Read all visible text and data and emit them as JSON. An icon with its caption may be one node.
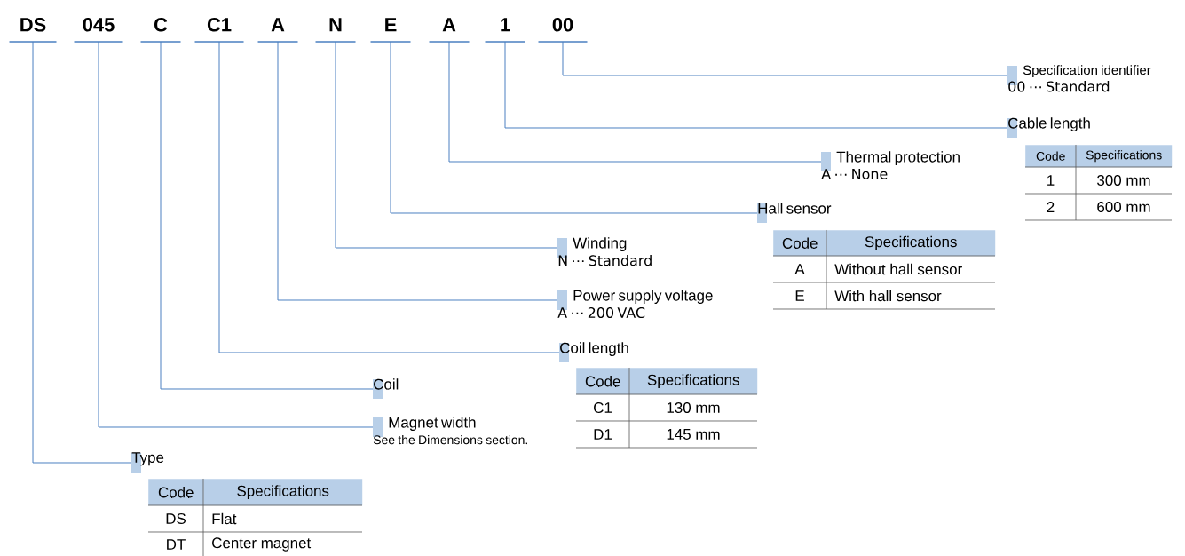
{
  "diagram": {
    "nodes": [
      {
        "text": [
          "DS"
        ]
      },
      {
        "text": [
          "045"
        ]
      },
      {
        "text": [
          "C"
        ]
      },
      {
        "text": [
          "C1"
        ]
      },
      {
        "text": [
          "A"
        ]
      },
      {
        "text": [
          "N"
        ]
      },
      {
        "text": [
          "E"
        ]
      },
      {
        "text": [
          "A"
        ]
      },
      {
        "text": [
          "1"
        ]
      },
      {
        "text": [
          "00"
        ]
      },
      {
        "text": [
          "Specification identifier",
          "00 ⋯ Standard"
        ]
      },
      {
        "text": [
          "Cable length"
        ]
      },
      {
        "text": [
          "Thermal protection",
          "A ⋯ None"
        ]
      },
      {
        "text": [
          "Hall sensor"
        ]
      },
      {
        "text": [
          "Winding",
          "N ⋯ Standard"
        ]
      },
      {
        "text": [
          "Power supply voltage",
          "A ⋯ 200 VAC"
        ]
      },
      {
        "text": [
          "Coil length"
        ]
      },
      {
        "text": [
          "Coil"
        ]
      },
      {
        "text": [
          "Magnet width",
          "See the Dimensions section."
        ]
      },
      {
        "text": [
          "Type"
        ]
      }
    ],
    "edges": [
      {
        "from": 9,
        "to": 10,
        "arrow": "none"
      },
      {
        "from": 8,
        "to": 11,
        "arrow": "none"
      },
      {
        "from": 7,
        "to": 12,
        "arrow": "none"
      },
      {
        "from": 6,
        "to": 13,
        "arrow": "none"
      },
      {
        "from": 5,
        "to": 14,
        "arrow": "none"
      },
      {
        "from": 4,
        "to": 15,
        "arrow": "none"
      },
      {
        "from": 3,
        "to": 16,
        "arrow": "none"
      },
      {
        "from": 2,
        "to": 17,
        "arrow": "none"
      },
      {
        "from": 1,
        "to": 18,
        "arrow": "none"
      },
      {
        "from": 0,
        "to": 19,
        "arrow": "none"
      }
    ],
    "labels": [
      "Code",
      "Specifications",
      "1",
      "300 mm",
      "2",
      "600 mm",
      "Code",
      "Specifications",
      "A",
      "Without hall sensor",
      "E",
      "With hall sensor",
      "Code",
      "Specifications",
      "C1",
      "130 mm",
      "D1",
      "145 mm",
      "Code",
      "Specifications",
      "DS",
      "Flat",
      "DT",
      "Center magnet"
    ]
  }
}
